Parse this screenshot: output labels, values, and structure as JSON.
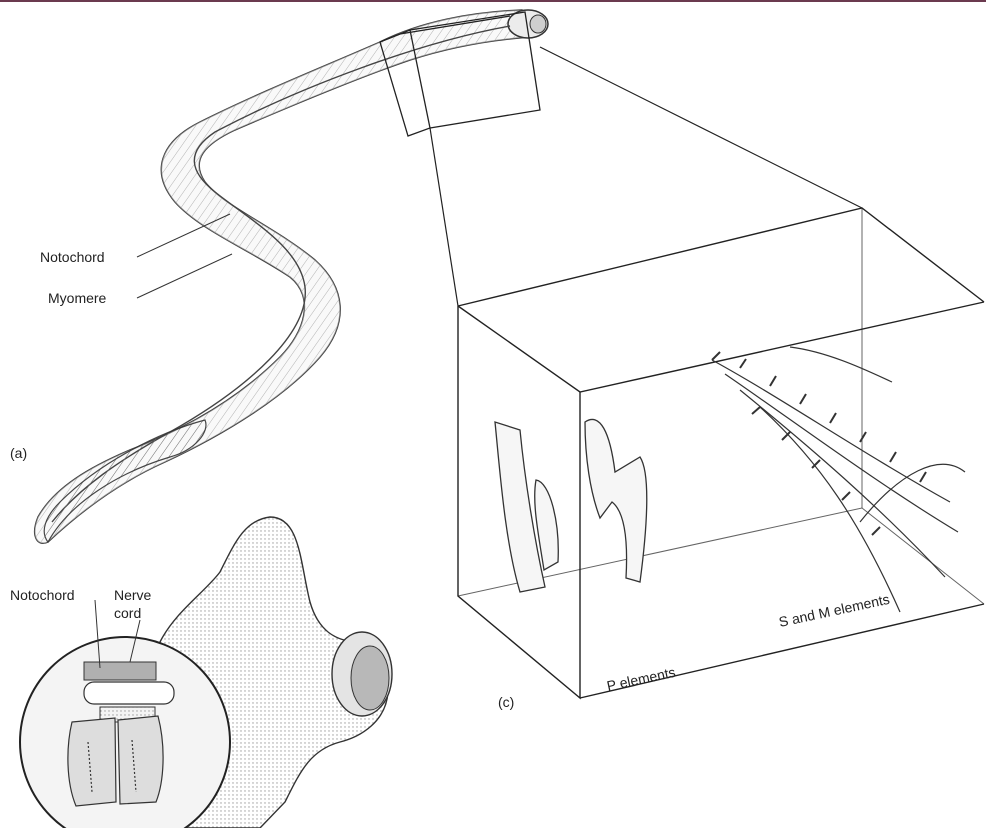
{
  "colors": {
    "top_rule": "#6b3a4f",
    "ink": "#222222",
    "stipple": "#cfcfcf",
    "body_fill": "#eeeeee"
  },
  "labels": {
    "panel_a": "(a)",
    "panel_c": "(c)",
    "notochord_a": "Notochord",
    "myomere": "Myomere",
    "notochord_b": "Notochord",
    "nerve_line1": "Nerve",
    "nerve_line2": "cord",
    "p_elements": "P elements",
    "sm_elements": "S and M elements"
  }
}
